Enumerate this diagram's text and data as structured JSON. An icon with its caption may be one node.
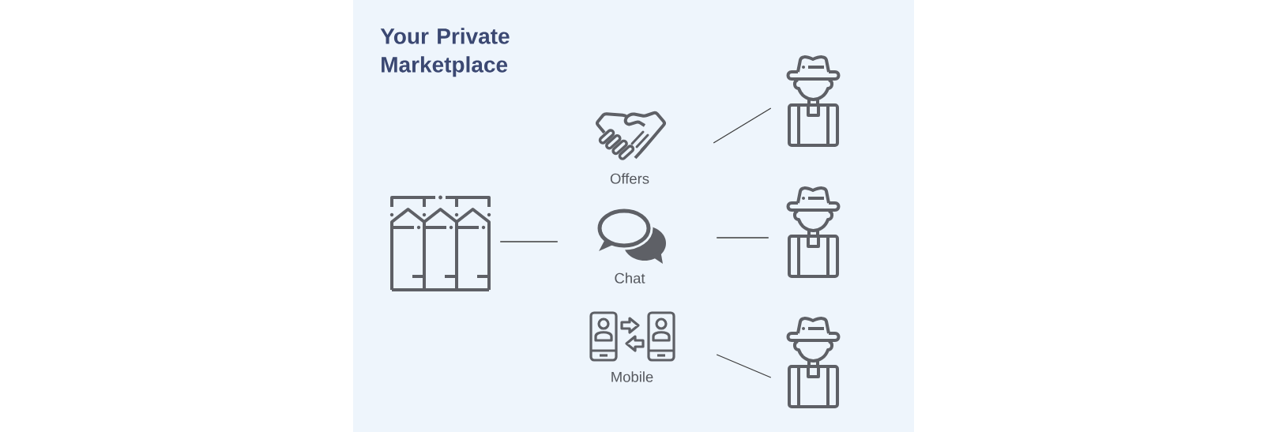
{
  "diagram": {
    "title": "Your Private Marketplace",
    "nodes": [
      {
        "text": [],
        "shape": "picture"
      },
      {
        "text": [],
        "shape": "picture",
        "beside": [
          "Offers"
        ]
      },
      {
        "text": [],
        "shape": "picture",
        "beside": [
          "Chat"
        ]
      },
      {
        "text": [],
        "shape": "picture",
        "beside": [
          "Mobile"
        ]
      },
      {
        "text": [],
        "shape": "person"
      },
      {
        "text": [],
        "shape": "person"
      },
      {
        "text": [],
        "shape": "person"
      }
    ],
    "edges": [
      {
        "from": 0,
        "to": 2,
        "arrow": "none"
      },
      {
        "from": 1,
        "to": 4,
        "arrow": "none"
      },
      {
        "from": 2,
        "to": 5,
        "arrow": "none"
      },
      {
        "from": 3,
        "to": 6,
        "arrow": "none"
      }
    ]
  }
}
